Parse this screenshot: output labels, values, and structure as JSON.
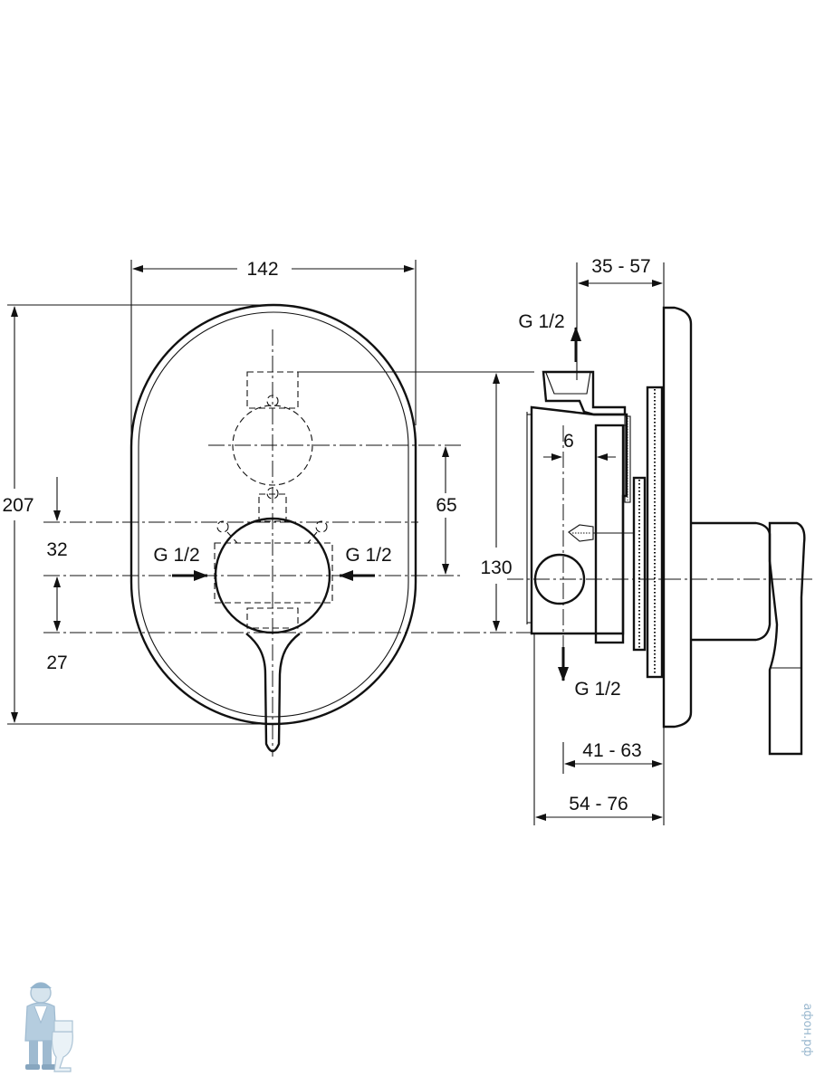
{
  "front_view": {
    "width_label": "142",
    "height_label": "207",
    "upper_offset_label": "32",
    "lower_offset_label": "27",
    "outlet_spacing_label": "65",
    "inlet_left_label": "G 1/2",
    "inlet_right_label": "G 1/2"
  },
  "side_view": {
    "top_outlet_label": "G 1/2",
    "bottom_outlet_label": "G 1/2",
    "body_height_label": "130",
    "offset_label": "6",
    "depth_a_label": "35 - 57",
    "depth_b_label": "41 - 63",
    "depth_c_label": "54 - 76"
  },
  "watermark": {
    "text": "афон.рф",
    "icon": "plumber-mascot-icon"
  }
}
